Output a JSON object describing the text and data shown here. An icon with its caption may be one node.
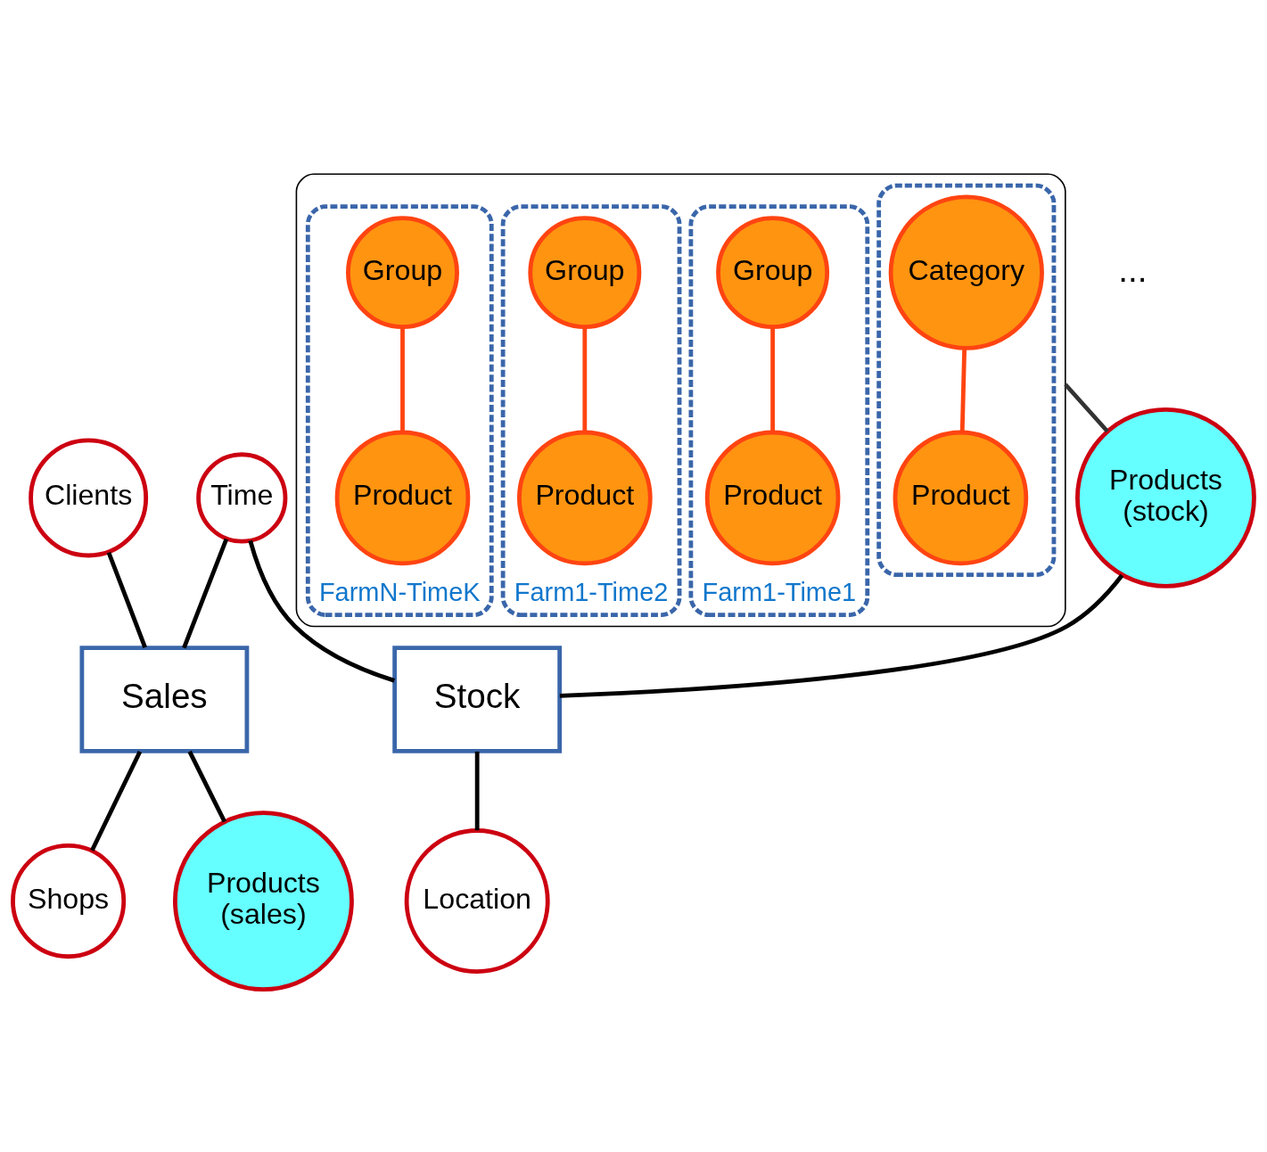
{
  "diagram": {
    "nodes": [
      {
        "text": [
          "Clients"
        ]
      },
      {
        "text": [
          "Time"
        ]
      },
      {
        "text": [
          "Sales"
        ]
      },
      {
        "text": [
          "Shops"
        ]
      },
      {
        "text": [
          "Products (stock)"
        ]
      },
      {
        "text": [
          "Products (sales)"
        ]
      },
      {
        "text": [
          "Stock"
        ]
      },
      {
        "text": [
          "Location"
        ]
      },
      {
        "text": [],
        "shape": "cloud"
      },
      {
        "text": [],
        "shape": "box",
        "in": 8
      },
      {
        "text": [
          "Category"
        ],
        "in": 9
      },
      {
        "text": [
          "Product"
        ],
        "in": 9
      },
      {
        "text": [
          "Farm1-Time1"
        ],
        "in": 8
      },
      {
        "text": [
          "Group"
        ],
        "in": 12
      },
      {
        "text": [
          "Product"
        ],
        "in": 12
      },
      {
        "text": [
          "Farm1-Time2"
        ],
        "in": 8
      },
      {
        "text": [
          "Group"
        ],
        "in": 15
      },
      {
        "text": [
          "Product"
        ],
        "in": 15
      },
      {
        "text": [
          "FarmN-TimeK"
        ],
        "in": 8
      },
      {
        "text": [
          "Group"
        ],
        "in": 18
      },
      {
        "text": [
          "Product"
        ],
        "in": 18
      }
    ],
    "edges": [
      {
        "from": 0,
        "to": 2,
        "arrow": "none"
      },
      {
        "from": 1,
        "to": 2,
        "arrow": "none"
      },
      {
        "from": 2,
        "to": 3,
        "arrow": "none"
      },
      {
        "from": 2,
        "to": 5,
        "arrow": "none"
      },
      {
        "from": 1,
        "to": 6,
        "arrow": "none"
      },
      {
        "from": 4,
        "to": 6,
        "arrow": "none"
      },
      {
        "from": 6,
        "to": 7,
        "arrow": "none"
      },
      {
        "from": 8,
        "to": 4,
        "arrow": "none",
        "color": "#333333"
      },
      {
        "from": 10,
        "to": 11,
        "arrow": "none",
        "color": "#ff4411"
      },
      {
        "from": 13,
        "to": 14,
        "arrow": "none",
        "color": "#ff4411"
      },
      {
        "from": 16,
        "to": 17,
        "arrow": "none",
        "color": "#ff4411"
      },
      {
        "from": 19,
        "to": 20,
        "arrow": "none",
        "color": "#ff4411"
      }
    ],
    "labels": [
      "..."
    ]
  }
}
